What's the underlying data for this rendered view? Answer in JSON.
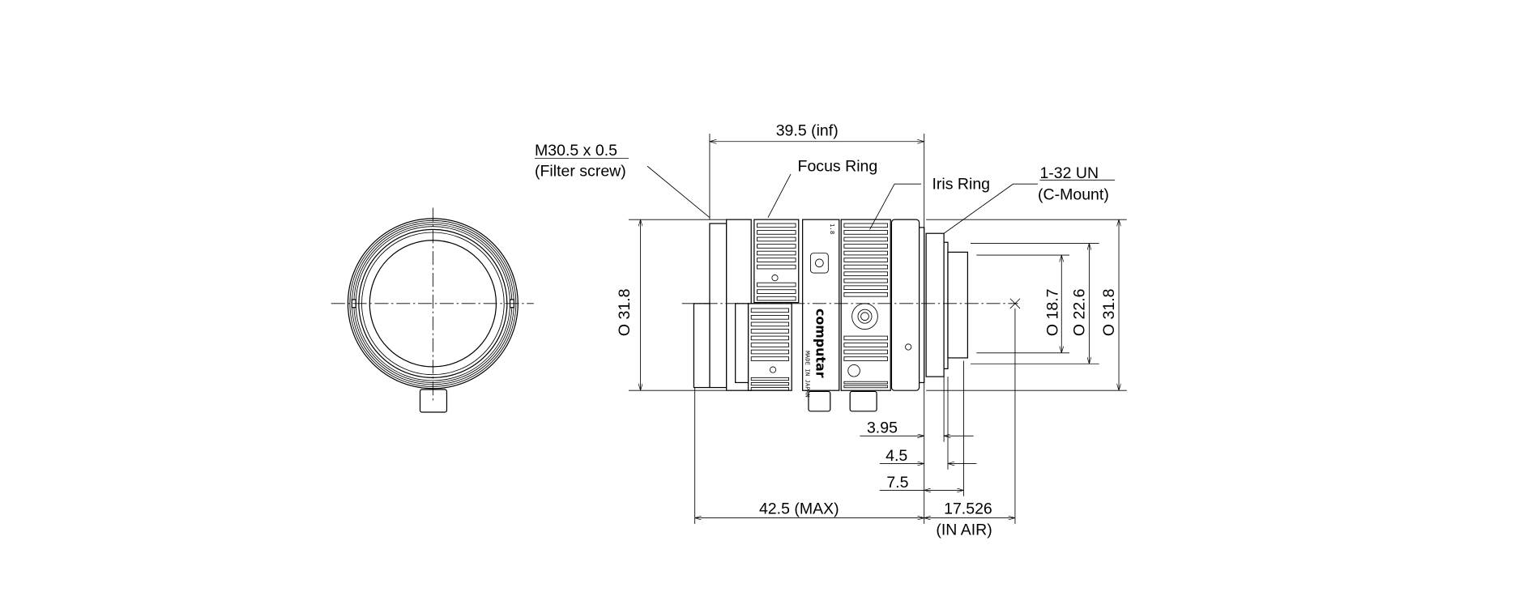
{
  "diagram": {
    "title_dimension": "39.5 (inf)",
    "labels": {
      "filter_thread": "M30.5 x 0.5",
      "filter_note": "(Filter screw)",
      "focus_ring": "Focus Ring",
      "iris_ring": "Iris Ring",
      "mount_thread": "1-32 UN",
      "mount_note": "(C-Mount)"
    },
    "dimensions": {
      "body_diameter_left": "O 31.8",
      "rear_diameter_1": "O 18.7",
      "rear_diameter_2": "O 22.6",
      "rear_diameter_3": "O 31.8",
      "d_3_95": "3.95",
      "d_4_5": "4.5",
      "d_7_5": "7.5",
      "length_max": "42.5 (MAX)",
      "back_focus": "17.526",
      "back_focus_note": "(IN AIR)"
    },
    "lens_markings": {
      "brand": "computar",
      "origin": "MADE IN JAPAN",
      "aperture": "1.8"
    },
    "colors": {
      "line": "#000000",
      "background": "#ffffff"
    }
  }
}
